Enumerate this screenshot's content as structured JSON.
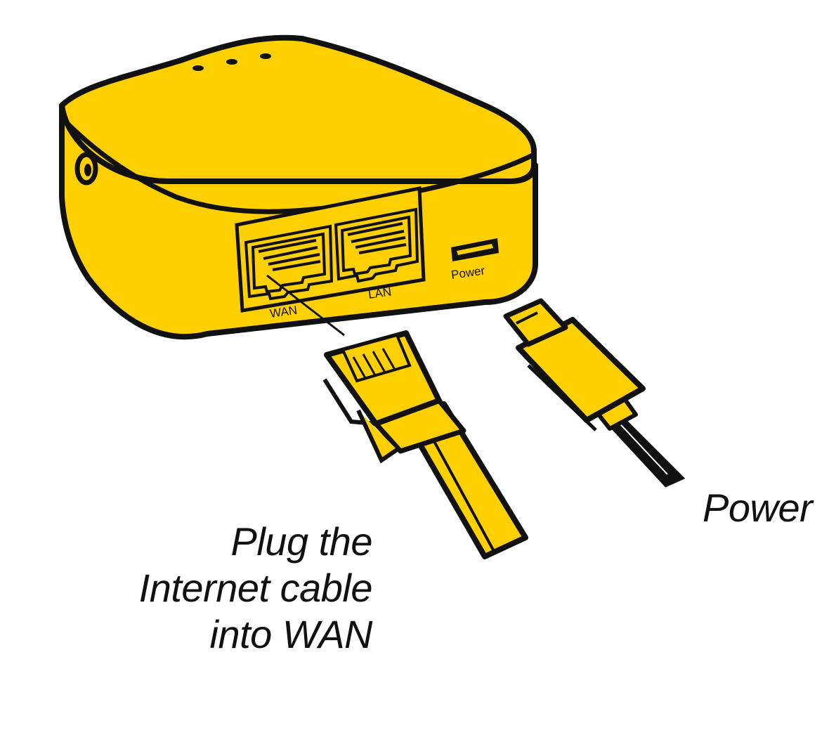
{
  "colors": {
    "body": "#ffd000",
    "outline": "#111111",
    "background": "#ffffff"
  },
  "router": {
    "wan_label": "WAN",
    "lan_label": "LAN",
    "power_label": "Power"
  },
  "instructions": {
    "wan_lines": [
      "Plug the",
      "Internet cable",
      "into WAN"
    ],
    "power": "Power"
  }
}
